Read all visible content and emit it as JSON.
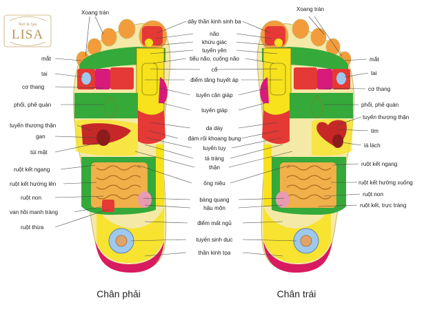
{
  "logo": {
    "name": "LISA",
    "tagline": "Nail & Spa"
  },
  "captions": {
    "right_foot": "Chân phải",
    "left_foot": "Chân trái"
  },
  "colors": {
    "foot_base": "#f4e9a6",
    "heel_rim": "#d81b60",
    "toe_orange": "#f39c3c",
    "green_zone": "#35a93a",
    "red_zone": "#e53935",
    "magenta_zone": "#d81b7a",
    "yellow_zone": "#f7e21b",
    "intestine": "#f0b04a",
    "blue_zone": "#9ec9ee"
  },
  "right_labels": {
    "xoang_tran": "Xoang trán",
    "mat": "mắt",
    "tai": "tai",
    "co_thang": "cơ thang",
    "phoi": "phổi, phế quản",
    "tuyen_thuong_than": "tuyến thượng thận",
    "gan": "gan",
    "tui_mat": "túi mật",
    "ruot_ket_ngang": "ruột kết ngang",
    "ruot_ket_huong_len": "ruột kết hướng lên",
    "ruot_non": "ruột non",
    "van_hoi_manh_trang": "van hồi manh tràng",
    "ruot_thua": "ruột thừa"
  },
  "center_labels": {
    "day_than_kinh": "dây thần kinh sinh ba",
    "nao": "não",
    "khuu_giac": "khứu giác",
    "tuyen_yen": "tuyến yên",
    "tieu_nao": "tiểu não, cuống não",
    "co": "cổ",
    "diem_tang_huyet_ap": "điểm tăng huyết áp",
    "tuyen_can_giap": "tuyến cận giáp",
    "tuyen_giap": "tuyến giáp",
    "da_day": "da dày",
    "dam_roi": "đám rối khoang bụng",
    "tuyen_tuy": "tuyến tụy",
    "ta_trang": "tá tràng",
    "than": "thận",
    "ong_nieu": "ống niệu",
    "bang_quang": "bàng quang",
    "hau_mon": "hậu môn",
    "diem_mat_ngu": "điểm mất ngủ",
    "tuyen_sinh_duc": "tuyến sinh dục",
    "than_kinh_toa": "thần kinh tọa"
  },
  "left_labels": {
    "xoang_tran": "Xoang trán",
    "mat": "mắt",
    "tai": "tai",
    "co_thang": "cơ thang",
    "phoi": "phổi, phế quản",
    "tuyen_thuong_than": "tuyến thượng thận",
    "tim": "tim",
    "la_lach": "lá lách",
    "ruot_ket_ngang": "ruột kết ngang",
    "ruot_ket_huong_xuong": "ruột kết hướng xuống",
    "ruot_non": "ruột non",
    "ruot_ket_truc_trang": "ruột kết, trực tràng"
  }
}
